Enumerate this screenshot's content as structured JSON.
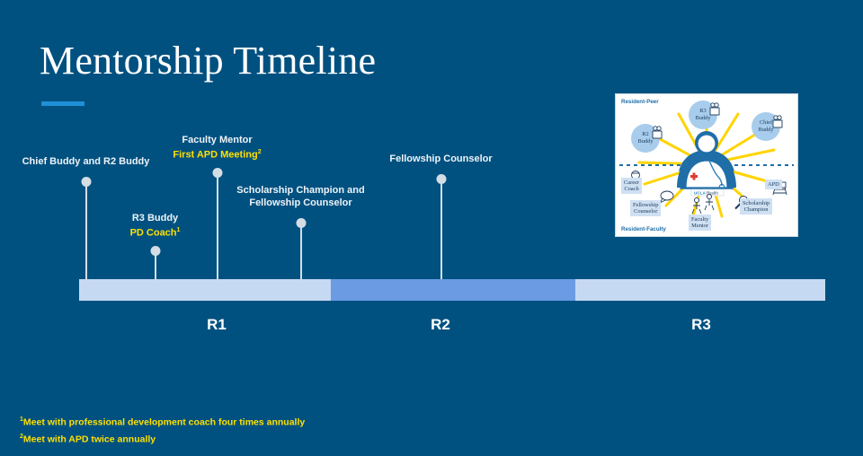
{
  "slide": {
    "title": "Mentorship Timeline",
    "background_color": "#005180",
    "accent_color": "#1f8fd6",
    "highlight_color": "#ffe000"
  },
  "timeline": {
    "segments": [
      {
        "phase": "R1",
        "color": "#c6d9f3"
      },
      {
        "phase": "R2",
        "color": "#6b9be3"
      },
      {
        "phase": "R3",
        "color": "#c6d9f3"
      }
    ],
    "phase_labels": [
      "R1",
      "R2",
      "R3"
    ],
    "markers": [
      {
        "id": "chief-buddy-r2-buddy",
        "primary": "Chief Buddy and R2 Buddy",
        "highlight": "",
        "footnote_ref": ""
      },
      {
        "id": "r3-buddy-pd-coach",
        "primary": "R3 Buddy",
        "highlight": "PD Coach",
        "footnote_ref": "1"
      },
      {
        "id": "faculty-mentor-first-apd-meeting",
        "primary": "Faculty Mentor",
        "highlight": "First APD Meeting",
        "footnote_ref": "2"
      },
      {
        "id": "scholarship-champion-fellowship-counselor",
        "primary_line1": "Scholarship Champion and",
        "primary_line2": "Fellowship Counselor",
        "highlight": "",
        "footnote_ref": ""
      },
      {
        "id": "fellowship-counselor",
        "primary": "Fellowship Counselor",
        "highlight": "",
        "footnote_ref": ""
      }
    ]
  },
  "footnotes": [
    {
      "marker": "1",
      "text": "Meet with professional development coach four times annually"
    },
    {
      "marker": "2",
      "text": "Meet with APD twice annually"
    }
  ],
  "diagram": {
    "top_region_label": "Resident-Peer",
    "bottom_region_label": "Resident-Faculty",
    "center_brand": "UCLA Health",
    "peer_nodes": [
      {
        "line1": "R2",
        "line2": "Buddy"
      },
      {
        "line1": "R3",
        "line2": "Buddy"
      },
      {
        "line1": "Chief",
        "line2": "Buddy"
      }
    ],
    "faculty_nodes": [
      {
        "line1": "Career",
        "line2": "Coach"
      },
      {
        "line1": "Fellowship",
        "line2": "Counselor"
      },
      {
        "line1": "Faculty",
        "line2": "Mentor"
      },
      {
        "line1": "Scholarship",
        "line2": "Champion"
      },
      {
        "line1": "APD",
        "line2": ""
      }
    ]
  }
}
